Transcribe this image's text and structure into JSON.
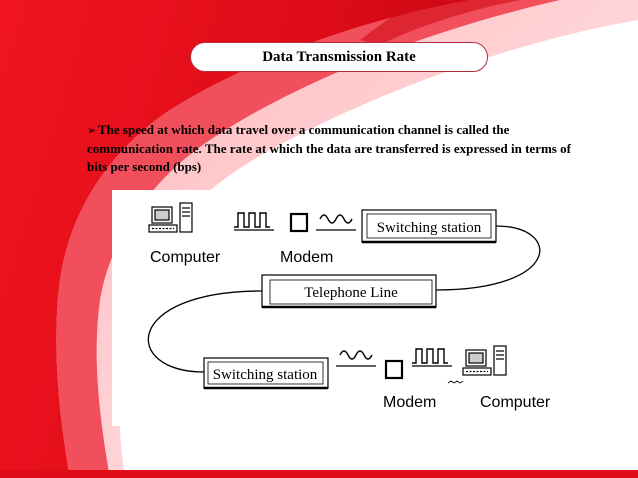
{
  "slide": {
    "title": "Data Transmission Rate",
    "bullet_marker": "➢",
    "body": "The speed at which data travel over a communication channel is called the communication rate. The rate at which the data are transferred is expressed in terms of bits per second (bps)"
  },
  "diagram": {
    "top": {
      "computer_label": "Computer",
      "modem_label": "Modem",
      "switching_label": "Switching station"
    },
    "middle": {
      "line_label": "Telephone Line"
    },
    "bottom": {
      "switching_label": "Switching station",
      "modem_label": "Modem",
      "computer_label": "Computer"
    }
  },
  "colors": {
    "accent_red": "#e8101c",
    "title_border": "#b03040"
  }
}
